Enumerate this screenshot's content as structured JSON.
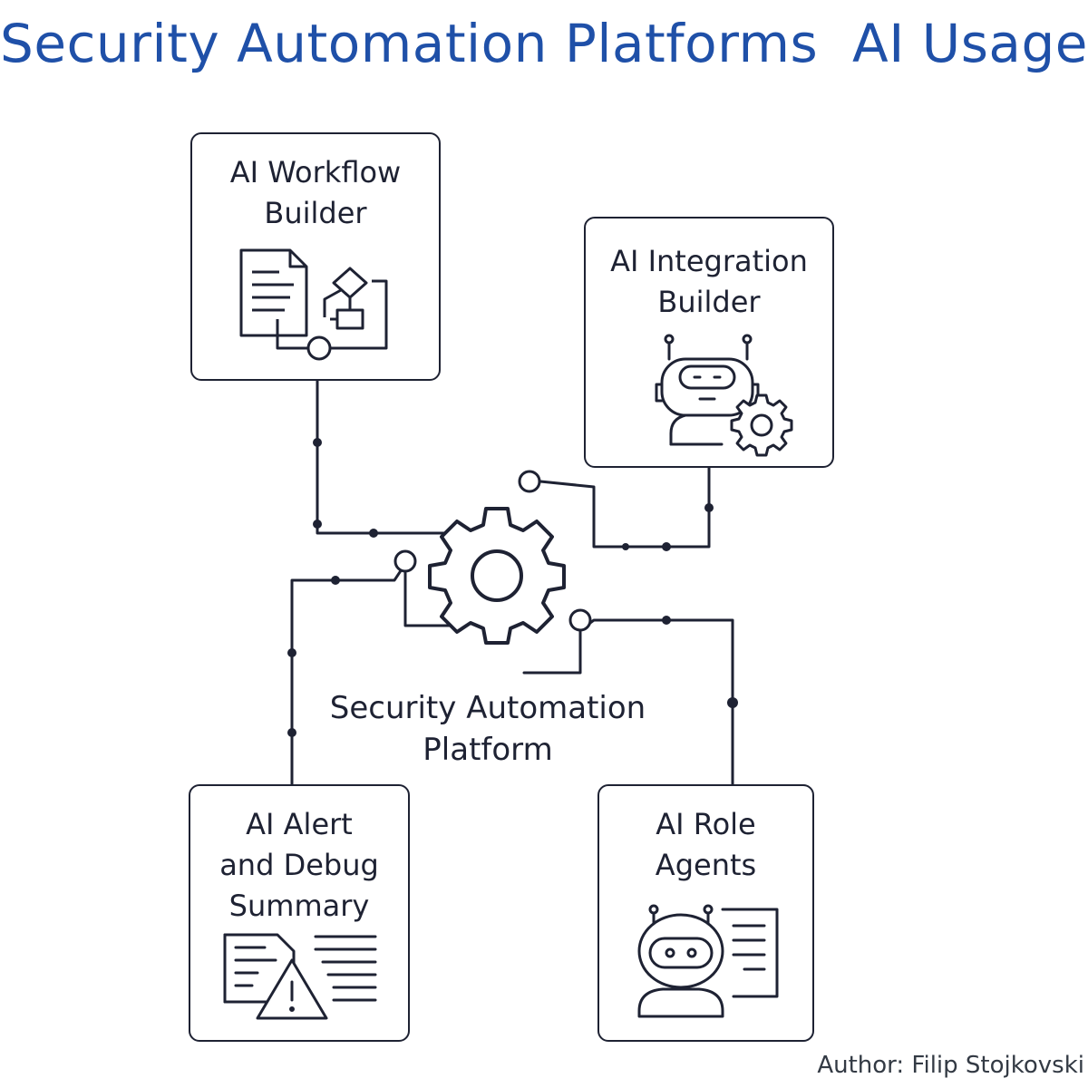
{
  "title": "Security Automation Platforms  AI Usage",
  "hub": {
    "label_line1": "Security Automation",
    "label_line2": "Platform",
    "icon": "gear-icon"
  },
  "nodes": {
    "workflow_builder": {
      "line1": "AI Workflow",
      "line2": "Builder",
      "icon": "document-flowchart-icon"
    },
    "integration_builder": {
      "line1": "AI Integration",
      "line2": "Builder",
      "icon": "robot-gear-icon"
    },
    "alert_debug_summary": {
      "line1": "AI Alert",
      "line2": "and Debug",
      "line3": "Summary",
      "icon": "document-warning-icon"
    },
    "role_agents": {
      "line1": "AI Role",
      "line2": "Agents",
      "icon": "robot-document-icon"
    }
  },
  "author": "Author: Filip Stojkovski",
  "colors": {
    "title": "#1f50a8",
    "stroke": "#1e2233",
    "background": "#ffffff"
  }
}
